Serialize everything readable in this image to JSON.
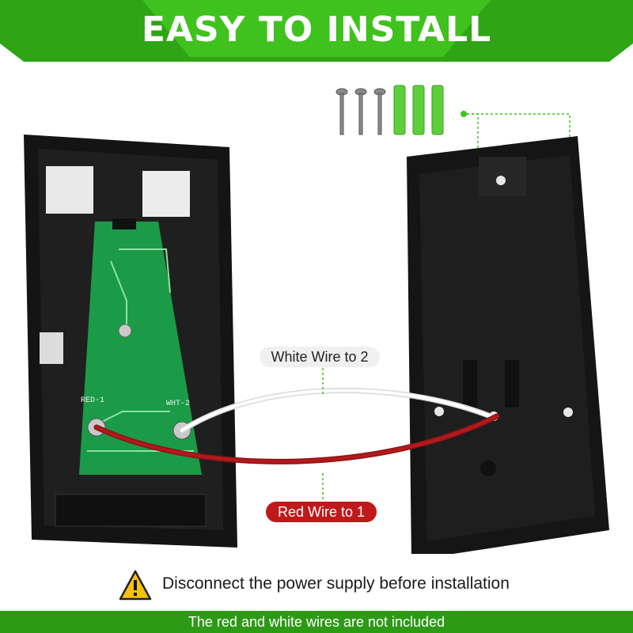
{
  "banner": {
    "title": "EASY TO INSTALL"
  },
  "labels": {
    "white_wire": "White Wire to 2",
    "red_wire": "Red Wire to 1"
  },
  "pcb": {
    "terminal_1": "RED-1",
    "terminal_2": "WHT-2"
  },
  "warning": {
    "text": "Disconnect the power supply before installation",
    "icon": "warning-triangle-icon"
  },
  "footer": {
    "note": "The red and white wires are not included"
  },
  "colors": {
    "brand_green": "#39b71a",
    "footer_green": "#2d9a15",
    "red_wire": "#b3191b",
    "housing": "#121212",
    "pcb": "#1b9b47"
  }
}
